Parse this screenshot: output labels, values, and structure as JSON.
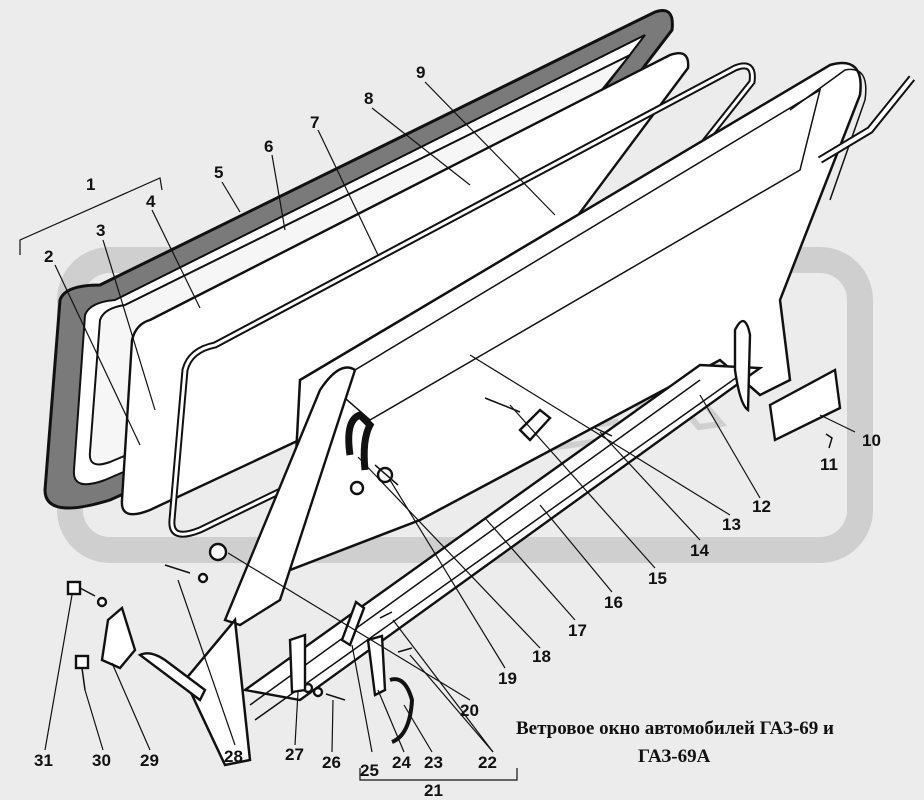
{
  "caption": {
    "line1": "Ветровое окно автомобилей ГАЗ-69 и",
    "line2": "ГАЗ-69А"
  },
  "watermark": {
    "text": "OPEX"
  },
  "callouts": [
    {
      "id": "1",
      "label": "1"
    },
    {
      "id": "2",
      "label": "2"
    },
    {
      "id": "3",
      "label": "3"
    },
    {
      "id": "4",
      "label": "4"
    },
    {
      "id": "5",
      "label": "5"
    },
    {
      "id": "6",
      "label": "6"
    },
    {
      "id": "7",
      "label": "7"
    },
    {
      "id": "8",
      "label": "8"
    },
    {
      "id": "9",
      "label": "9"
    },
    {
      "id": "10",
      "label": "10"
    },
    {
      "id": "11",
      "label": "11"
    },
    {
      "id": "12",
      "label": "12"
    },
    {
      "id": "13",
      "label": "13"
    },
    {
      "id": "14",
      "label": "14"
    },
    {
      "id": "15",
      "label": "15"
    },
    {
      "id": "16",
      "label": "16"
    },
    {
      "id": "17",
      "label": "17"
    },
    {
      "id": "18",
      "label": "18"
    },
    {
      "id": "19",
      "label": "19"
    },
    {
      "id": "20",
      "label": "20"
    },
    {
      "id": "21",
      "label": "21"
    },
    {
      "id": "22",
      "label": "22"
    },
    {
      "id": "23",
      "label": "23"
    },
    {
      "id": "24",
      "label": "24"
    },
    {
      "id": "25",
      "label": "25"
    },
    {
      "id": "26",
      "label": "26"
    },
    {
      "id": "27",
      "label": "27"
    },
    {
      "id": "28",
      "label": "28"
    },
    {
      "id": "29",
      "label": "29"
    },
    {
      "id": "30",
      "label": "30"
    },
    {
      "id": "31",
      "label": "31"
    }
  ]
}
